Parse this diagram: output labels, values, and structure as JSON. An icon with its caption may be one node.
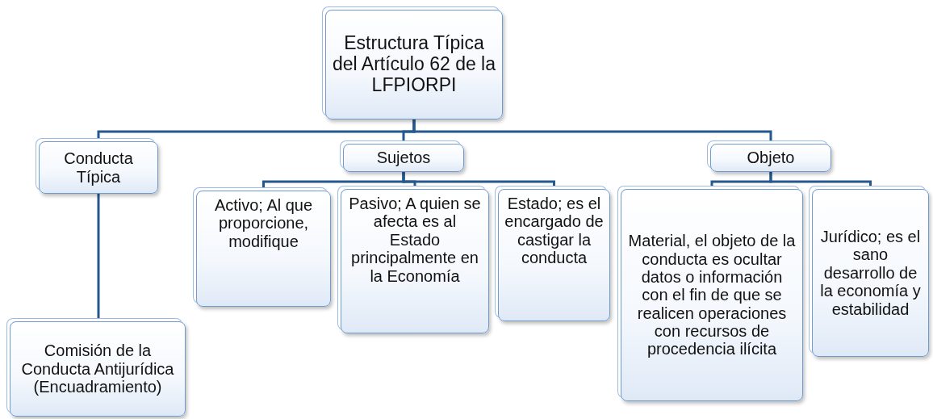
{
  "diagram": {
    "nodes": [
      {
        "text": [
          "Estructura Típica del Artículo 62 de la LFPIORPI"
        ]
      },
      {
        "text": [
          "Conducta Típica"
        ]
      },
      {
        "text": [
          "Sujetos"
        ]
      },
      {
        "text": [
          "Objeto"
        ]
      },
      {
        "text": [
          "Activo; Al que proporcione, modifique"
        ]
      },
      {
        "text": [
          "Pasivo;  A quien se afecta es al Estado principalmente en la Economía"
        ]
      },
      {
        "text": [
          "Estado; es el encargado de castigar la conducta"
        ]
      },
      {
        "text": [
          "Material, el objeto de la conducta es ocultar datos o información con el fin de que se realicen operaciones con recursos de procedencia ilícita"
        ]
      },
      {
        "text": [
          "Jurídico; es el sano desarrollo de la economía y estabilidad"
        ]
      },
      {
        "text": [
          "Comisión de la Conducta Antijurídica (Encuadramiento)"
        ]
      }
    ],
    "edges": [
      {
        "from": 0,
        "to": 1,
        "arrow": "none"
      },
      {
        "from": 0,
        "to": 2,
        "arrow": "none"
      },
      {
        "from": 0,
        "to": 3,
        "arrow": "none"
      },
      {
        "from": 2,
        "to": 4,
        "arrow": "none"
      },
      {
        "from": 2,
        "to": 5,
        "arrow": "none"
      },
      {
        "from": 2,
        "to": 6,
        "arrow": "none"
      },
      {
        "from": 3,
        "to": 7,
        "arrow": "none"
      },
      {
        "from": 3,
        "to": 8,
        "arrow": "none"
      },
      {
        "from": 1,
        "to": 9,
        "arrow": "none"
      }
    ]
  }
}
